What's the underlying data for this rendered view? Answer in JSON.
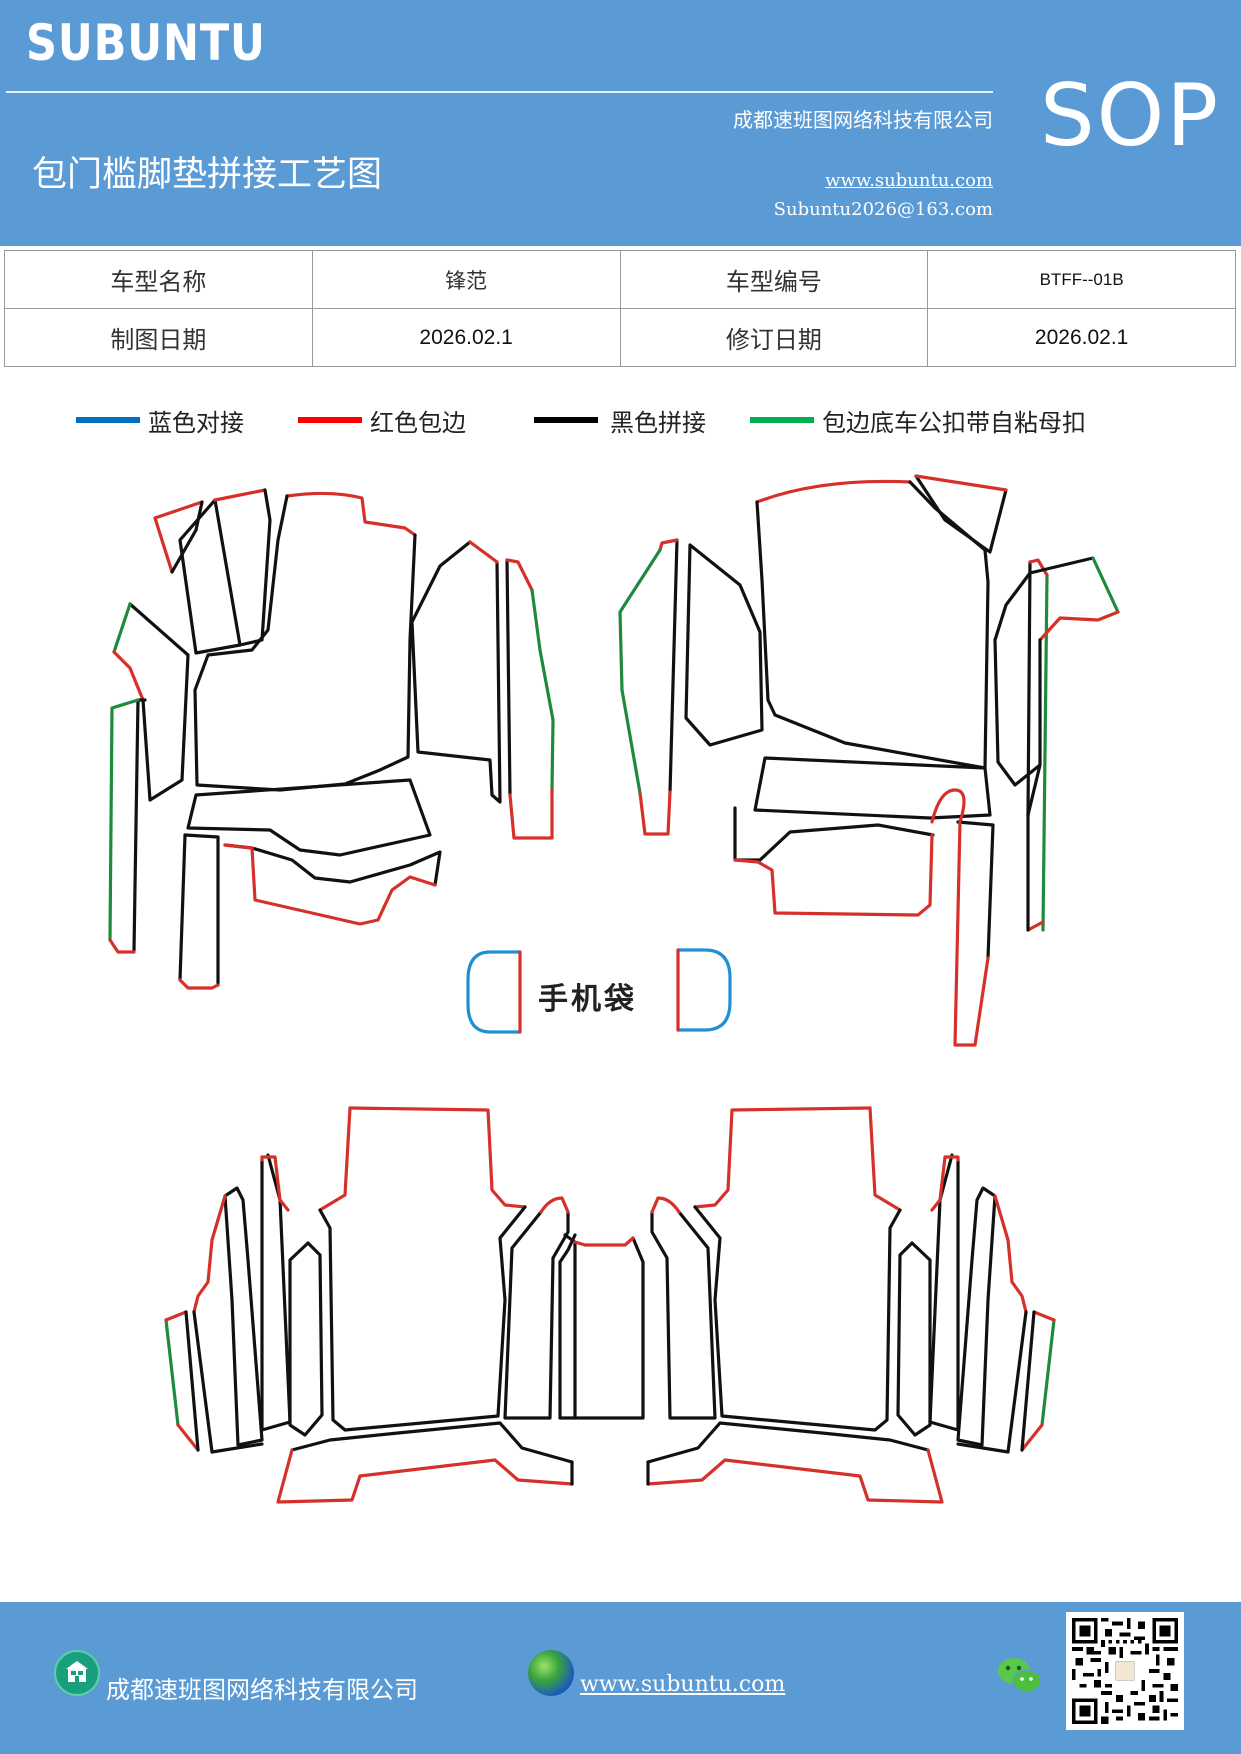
{
  "header": {
    "brand": "SUBUNTU",
    "company": "成都速班图网络科技有限公司",
    "title": "包门槛脚垫拼接工艺图",
    "website": "www.subuntu.com",
    "email": "Subuntu2026@163.com",
    "badge": "SOP"
  },
  "info": {
    "model_name_label": "车型名称",
    "model_name_value": "锋范",
    "model_code_label": "车型编号",
    "model_code_value": "BTFF--01B",
    "draw_date_label": "制图日期",
    "draw_date_value": "2026.02.1",
    "revise_date_label": "修订日期",
    "revise_date_value": "2026.02.1"
  },
  "legend": [
    {
      "label": "蓝色对接",
      "color": "#0070c0"
    },
    {
      "label": "红色包边",
      "color": "#ff0000"
    },
    {
      "label": "黑色拼接",
      "color": "#000000"
    },
    {
      "label": "包边底车公扣带自粘母扣",
      "color": "#00b050"
    }
  ],
  "line_colors": {
    "blue": "#1f8fd6",
    "red": "#d6302b",
    "black": "#111111",
    "green": "#1e8a3c"
  },
  "drawing": {
    "phone_pocket_label": "手机袋"
  },
  "footer": {
    "company": "成都速班图网络科技有限公司",
    "website": "www.subuntu.com "
  },
  "icons": [
    "home-icon",
    "globe-icon",
    "wechat-icon",
    "qr-code"
  ]
}
